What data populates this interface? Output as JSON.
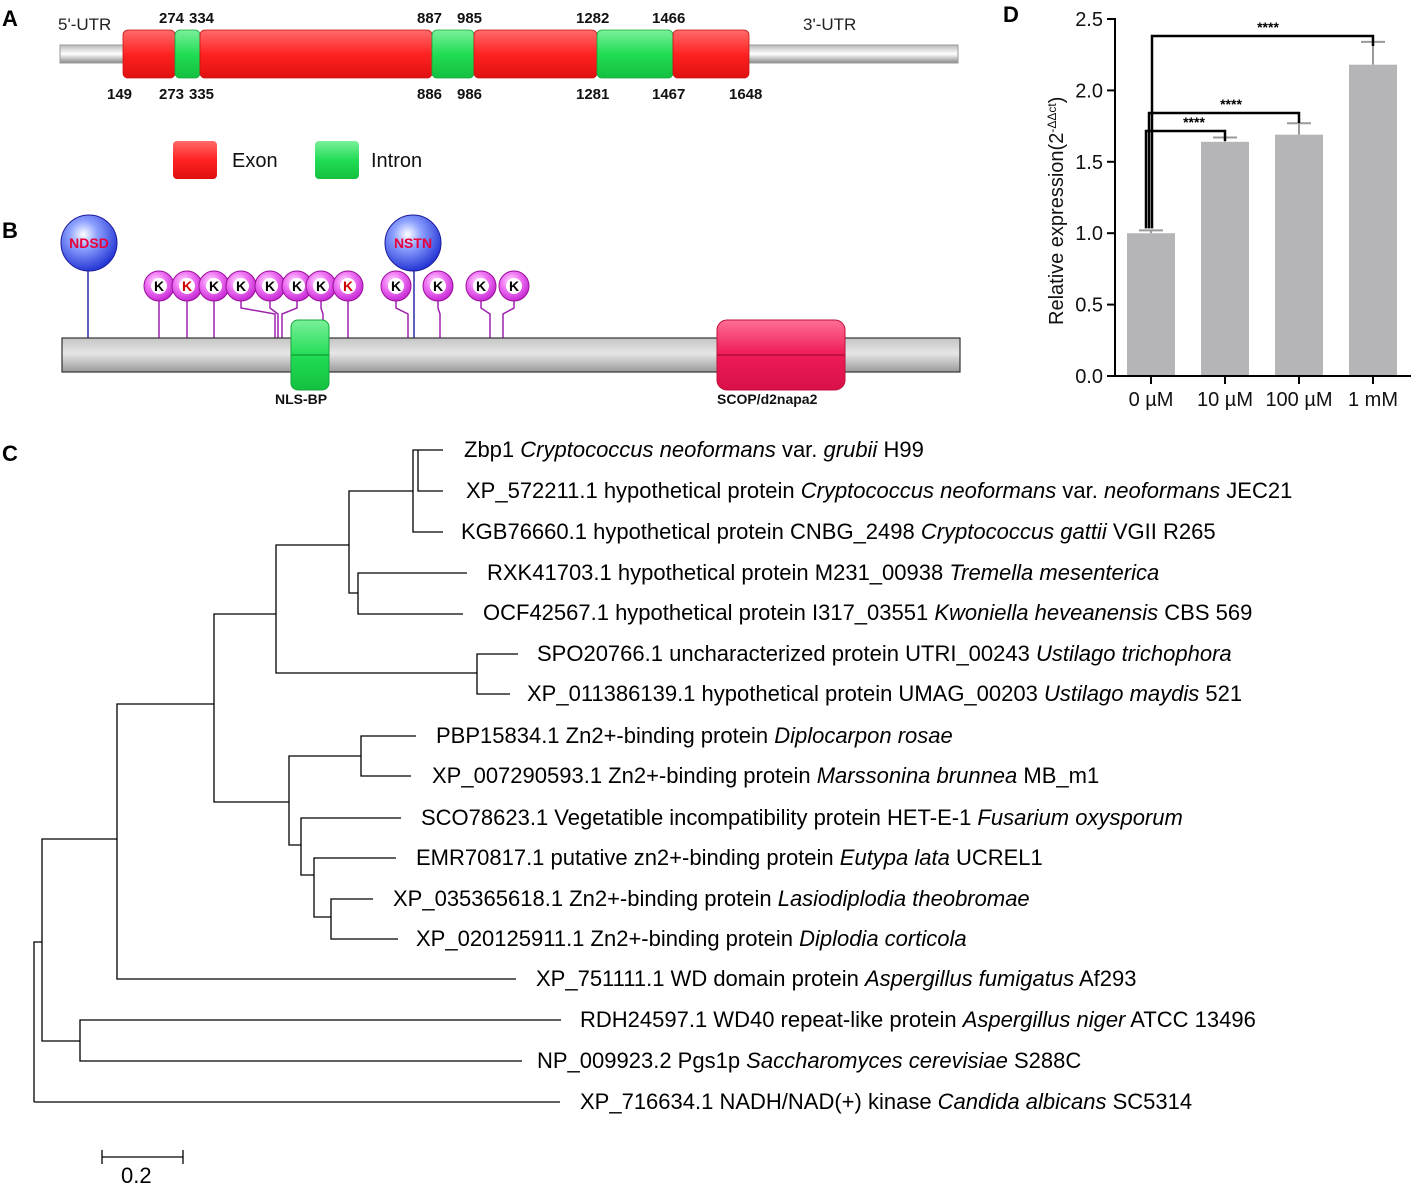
{
  "panels": {
    "a": "A",
    "b": "B",
    "c": "C",
    "d": "D"
  },
  "gene": {
    "utr5": "5'-UTR",
    "utr3": "3'-UTR",
    "top_labels": [
      "274",
      "334",
      "887",
      "985",
      "1282",
      "1466"
    ],
    "bottom_labels": [
      "149",
      "273",
      "335",
      "886",
      "986",
      "1281",
      "1467",
      "1648"
    ],
    "legend": {
      "exon": "Exon",
      "intron": "Intron"
    },
    "colors": {
      "exon": "#ff2a2a",
      "intron": "#22dd55"
    }
  },
  "protein": {
    "glyco_sites": [
      "NDSD",
      "NSTN"
    ],
    "lysines": [
      "K",
      "K",
      "K",
      "K",
      "K",
      "K",
      "K",
      "K",
      "K",
      "K",
      "K",
      "K"
    ],
    "domains": {
      "nls": "NLS-BP",
      "scop": "SCOP/d2napa2"
    }
  },
  "tree": {
    "leaves": [
      {
        "pre": "Zbp1 ",
        "it1": "Cryptococcus neoformans",
        "mid": " var. ",
        "it2": "grubii",
        "post": " H99"
      },
      {
        "pre": "XP_572211.1 hypothetical protein ",
        "it1": "Cryptococcus neoformans",
        "mid": " var. ",
        "it2": "neoformans",
        "post": " JEC21"
      },
      {
        "pre": "KGB76660.1 hypothetical protein CNBG_2498 ",
        "it1": "Cryptococcus gattii",
        "mid": " VGII R265",
        "it2": "",
        "post": ""
      },
      {
        "pre": "RXK41703.1 hypothetical protein M231_00938 ",
        "it1": "Tremella mesenterica",
        "mid": "",
        "it2": "",
        "post": ""
      },
      {
        "pre": "OCF42567.1 hypothetical protein I317_03551 ",
        "it1": "Kwoniella heveanensis",
        "mid": " CBS 569",
        "it2": "",
        "post": ""
      },
      {
        "pre": "SPO20766.1 uncharacterized protein UTRI_00243 ",
        "it1": "Ustilago trichophora",
        "mid": "",
        "it2": "",
        "post": ""
      },
      {
        "pre": "XP_011386139.1 hypothetical protein UMAG_00203 ",
        "it1": "Ustilago maydis",
        "mid": " 521",
        "it2": "",
        "post": ""
      },
      {
        "pre": "PBP15834.1 Zn2+-binding protein ",
        "it1": "Diplocarpon rosae",
        "mid": "",
        "it2": "",
        "post": ""
      },
      {
        "pre": "XP_007290593.1 Zn2+-binding protein ",
        "it1": "Marssonina brunnea",
        "mid": " MB_m1",
        "it2": "",
        "post": ""
      },
      {
        "pre": "SCO78623.1 Vegetatible incompatibility protein HET-E-1 ",
        "it1": "Fusarium oxysporum",
        "mid": "",
        "it2": "",
        "post": ""
      },
      {
        "pre": "EMR70817.1 putative zn2+-binding protein ",
        "it1": "Eutypa lata",
        "mid": " UCREL1",
        "it2": "",
        "post": ""
      },
      {
        "pre": "XP_035365618.1 Zn2+-binding protein ",
        "it1": "Lasiodiplodia theobromae",
        "mid": "",
        "it2": "",
        "post": ""
      },
      {
        "pre": "XP_020125911.1 Zn2+-binding protein ",
        "it1": "Diplodia corticola",
        "mid": "",
        "it2": "",
        "post": ""
      },
      {
        "pre": "XP_751111.1 WD domain protein ",
        "it1": "Aspergillus fumigatus",
        "mid": " Af293",
        "it2": "",
        "post": ""
      },
      {
        "pre": "RDH24597.1 WD40 repeat-like protein ",
        "it1": "Aspergillus niger",
        "mid": " ATCC 13496",
        "it2": "",
        "post": ""
      },
      {
        "pre": "NP_009923.2 Pgs1p ",
        "it1": "Saccharomyces cerevisiae",
        "mid": " S288C",
        "it2": "",
        "post": ""
      },
      {
        "pre": "XP_716634.1 NADH/NAD(+) kinase ",
        "it1": "Candida albicans",
        "mid": " SC5314",
        "it2": "",
        "post": ""
      }
    ],
    "scale_bar": "0.2"
  },
  "chart_data": {
    "type": "bar",
    "categories": [
      "0 µM",
      "10 µM",
      "100 µM",
      "1 mM"
    ],
    "values": [
      1.0,
      1.64,
      1.69,
      2.18
    ],
    "errors": [
      0.02,
      0.03,
      0.08,
      0.16
    ],
    "ylabel": "Relative expression(2^-ΔΔct)",
    "ylabel_main": "Relative expression(2",
    "ylabel_sup": "-ΔΔct",
    "ylabel_close": ")",
    "ylim": [
      0,
      2.5
    ],
    "yticks": [
      "0.0",
      "0.5",
      "1.0",
      "1.5",
      "2.0",
      "2.5"
    ],
    "significance": [
      "****",
      "****",
      "****"
    ],
    "bar_color": "#b5b5b7"
  }
}
